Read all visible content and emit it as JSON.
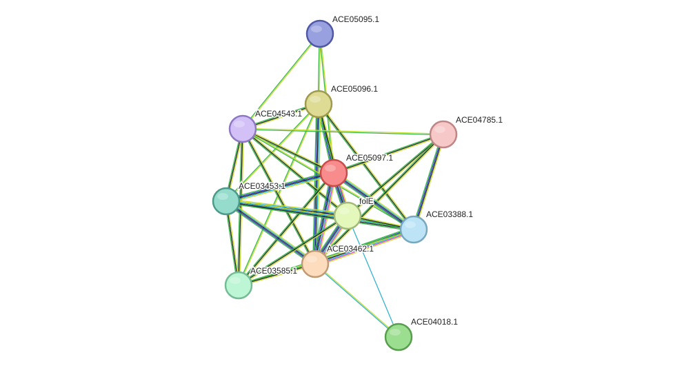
{
  "colors": {
    "textmining": "#c7de37",
    "experiments": "#d846c3",
    "databases": "#33b3d0",
    "coexpression": "#222222",
    "neighborhood": "#39b54a",
    "fusion": "#e53935",
    "cooccurrence": "#2b3fc0"
  },
  "nodes": [
    {
      "id": "ACE05095.1",
      "label": "ACE05095.1",
      "fill": "#98a0e0",
      "stroke": "#4f58a4",
      "interactable": true
    },
    {
      "id": "ACE05096.1",
      "label": "ACE05096.1",
      "fill": "#dedc94",
      "stroke": "#9e9a4e",
      "interactable": true
    },
    {
      "id": "ACE04543.1",
      "label": "ACE04543.1",
      "fill": "#d2c0f7",
      "stroke": "#8d78c2",
      "interactable": true
    },
    {
      "id": "ACE04785.1",
      "label": "ACE04785.1",
      "fill": "#f6c8c8",
      "stroke": "#c08686",
      "interactable": true
    },
    {
      "id": "ACE05097.1",
      "label": "ACE05097.1",
      "fill": "#f88c8c",
      "stroke": "#c84c4c",
      "interactable": true
    },
    {
      "id": "ACE03453.1",
      "label": "ACE03453.1",
      "fill": "#96dccc",
      "stroke": "#4c9a8a",
      "interactable": true
    },
    {
      "id": "folE",
      "label": "folE",
      "fill": "#e4f8bc",
      "stroke": "#a3b97a",
      "interactable": true
    },
    {
      "id": "ACE03388.1",
      "label": "ACE03388.1",
      "fill": "#bce4f6",
      "stroke": "#78a8c0",
      "interactable": true
    },
    {
      "id": "ACE03462.1",
      "label": "ACE03462.1",
      "fill": "#fcdcbc",
      "stroke": "#c09a74",
      "interactable": true
    },
    {
      "id": "ACE03585.1",
      "label": "ACE03585.1",
      "fill": "#bcf6d4",
      "stroke": "#74bc94",
      "interactable": true
    },
    {
      "id": "ACE04018.1",
      "label": "ACE04018.1",
      "fill": "#9cde90",
      "stroke": "#589e4e",
      "interactable": true
    }
  ],
  "edges": [
    {
      "source": "ACE05095.1",
      "target": "ACE05096.1",
      "evidence": [
        "textmining",
        "neighborhood"
      ]
    },
    {
      "source": "ACE05095.1",
      "target": "ACE04543.1",
      "evidence": [
        "textmining",
        "neighborhood"
      ]
    },
    {
      "source": "ACE05095.1",
      "target": "ACE05097.1",
      "evidence": [
        "textmining",
        "neighborhood"
      ]
    },
    {
      "source": "ACE05096.1",
      "target": "ACE04543.1",
      "evidence": [
        "textmining",
        "coexpression",
        "neighborhood"
      ]
    },
    {
      "source": "ACE05096.1",
      "target": "ACE05097.1",
      "evidence": [
        "textmining",
        "coexpression",
        "cooccurrence",
        "neighborhood"
      ]
    },
    {
      "source": "ACE05096.1",
      "target": "ACE03453.1",
      "evidence": [
        "textmining",
        "neighborhood"
      ]
    },
    {
      "source": "ACE05096.1",
      "target": "folE",
      "evidence": [
        "textmining",
        "coexpression",
        "neighborhood"
      ]
    },
    {
      "source": "ACE05096.1",
      "target": "ACE03388.1",
      "evidence": [
        "textmining",
        "coexpression",
        "neighborhood"
      ]
    },
    {
      "source": "ACE05096.1",
      "target": "ACE03462.1",
      "evidence": [
        "textmining",
        "databases",
        "coexpression",
        "cooccurrence",
        "neighborhood"
      ]
    },
    {
      "source": "ACE05096.1",
      "target": "ACE03585.1",
      "evidence": [
        "textmining",
        "neighborhood"
      ]
    },
    {
      "source": "ACE04543.1",
      "target": "ACE04785.1",
      "evidence": [
        "textmining",
        "neighborhood"
      ]
    },
    {
      "source": "ACE04543.1",
      "target": "ACE05097.1",
      "evidence": [
        "textmining",
        "coexpression",
        "neighborhood"
      ]
    },
    {
      "source": "ACE04543.1",
      "target": "ACE03453.1",
      "evidence": [
        "textmining",
        "coexpression",
        "neighborhood"
      ]
    },
    {
      "source": "ACE04543.1",
      "target": "folE",
      "evidence": [
        "textmining",
        "coexpression",
        "neighborhood"
      ]
    },
    {
      "source": "ACE04543.1",
      "target": "ACE03388.1",
      "evidence": [
        "textmining",
        "neighborhood"
      ]
    },
    {
      "source": "ACE04543.1",
      "target": "ACE03462.1",
      "evidence": [
        "textmining",
        "coexpression",
        "neighborhood"
      ]
    },
    {
      "source": "ACE04543.1",
      "target": "ACE03585.1",
      "evidence": [
        "textmining",
        "coexpression",
        "neighborhood"
      ]
    },
    {
      "source": "ACE04785.1",
      "target": "ACE05097.1",
      "evidence": [
        "textmining",
        "coexpression",
        "neighborhood"
      ]
    },
    {
      "source": "ACE04785.1",
      "target": "folE",
      "evidence": [
        "textmining",
        "coexpression",
        "neighborhood"
      ]
    },
    {
      "source": "ACE04785.1",
      "target": "ACE03388.1",
      "evidence": [
        "textmining",
        "coexpression",
        "cooccurrence",
        "neighborhood"
      ]
    },
    {
      "source": "ACE04785.1",
      "target": "ACE03462.1",
      "evidence": [
        "textmining",
        "coexpression",
        "neighborhood"
      ]
    },
    {
      "source": "ACE05097.1",
      "target": "ACE03453.1",
      "evidence": [
        "textmining",
        "databases",
        "coexpression",
        "cooccurrence",
        "neighborhood"
      ]
    },
    {
      "source": "ACE05097.1",
      "target": "folE",
      "evidence": [
        "textmining",
        "experiments",
        "databases",
        "coexpression",
        "cooccurrence",
        "neighborhood"
      ]
    },
    {
      "source": "ACE05097.1",
      "target": "ACE03388.1",
      "evidence": [
        "textmining",
        "databases",
        "coexpression",
        "cooccurrence",
        "neighborhood"
      ]
    },
    {
      "source": "ACE05097.1",
      "target": "ACE03462.1",
      "evidence": [
        "textmining",
        "experiments",
        "databases",
        "coexpression",
        "cooccurrence",
        "neighborhood"
      ]
    },
    {
      "source": "ACE05097.1",
      "target": "ACE03585.1",
      "evidence": [
        "textmining",
        "coexpression",
        "neighborhood"
      ]
    },
    {
      "source": "ACE03453.1",
      "target": "folE",
      "evidence": [
        "textmining",
        "databases",
        "coexpression",
        "cooccurrence",
        "neighborhood"
      ]
    },
    {
      "source": "ACE03453.1",
      "target": "ACE03388.1",
      "evidence": [
        "textmining",
        "databases",
        "coexpression",
        "neighborhood"
      ]
    },
    {
      "source": "ACE03453.1",
      "target": "ACE03462.1",
      "evidence": [
        "textmining",
        "databases",
        "coexpression",
        "cooccurrence",
        "neighborhood"
      ]
    },
    {
      "source": "ACE03453.1",
      "target": "ACE03585.1",
      "evidence": [
        "textmining",
        "coexpression",
        "neighborhood"
      ]
    },
    {
      "source": "folE",
      "target": "ACE03388.1",
      "evidence": [
        "textmining",
        "coexpression",
        "neighborhood"
      ]
    },
    {
      "source": "folE",
      "target": "ACE03462.1",
      "evidence": [
        "textmining",
        "experiments",
        "databases",
        "coexpression",
        "cooccurrence",
        "neighborhood"
      ]
    },
    {
      "source": "folE",
      "target": "ACE03585.1",
      "evidence": [
        "textmining",
        "coexpression",
        "neighborhood"
      ]
    },
    {
      "source": "folE",
      "target": "ACE04018.1",
      "evidence": [
        "databases"
      ]
    },
    {
      "source": "ACE03388.1",
      "target": "ACE03462.1",
      "evidence": [
        "textmining",
        "experiments",
        "databases",
        "coexpression",
        "cooccurrence",
        "neighborhood"
      ]
    },
    {
      "source": "ACE03388.1",
      "target": "ACE03585.1",
      "evidence": [
        "textmining",
        "neighborhood"
      ]
    },
    {
      "source": "ACE03462.1",
      "target": "ACE03585.1",
      "evidence": [
        "textmining",
        "coexpression",
        "neighborhood"
      ]
    },
    {
      "source": "ACE03462.1",
      "target": "ACE04018.1",
      "evidence": [
        "textmining",
        "databases"
      ]
    }
  ]
}
